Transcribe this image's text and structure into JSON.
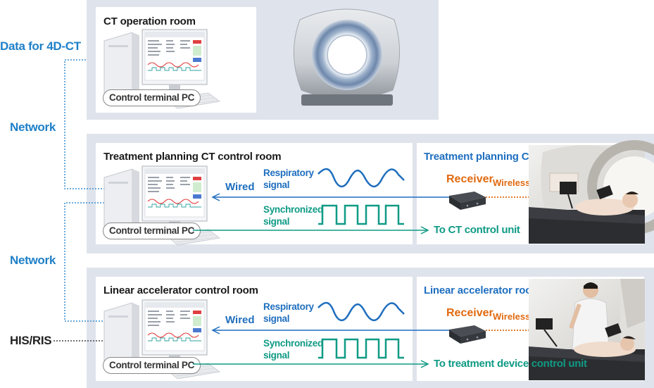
{
  "left_labels": {
    "data_for_4dct": "Data for 4D-CT",
    "network_1": "Network",
    "network_2": "Network",
    "his_ris": "HIS/RIS"
  },
  "panels": {
    "ct_operation": {
      "title": "CT operation room",
      "pc_label": "Control terminal PC"
    },
    "planning_control": {
      "title": "Treatment planning CT control room",
      "pc_label": "Control terminal PC",
      "wired": "Wired",
      "respiratory_signal": "Respiratory\nsignal",
      "synchronized_signal": "Synchronized\nsignal",
      "room_title": "Treatment planning CT room",
      "receiver": "Receiver",
      "wireless": "Wireless",
      "output_target": "To CT control unit"
    },
    "linac_control": {
      "title": "Linear accelerator control room",
      "pc_label": "Control terminal PC",
      "wired": "Wired",
      "respiratory_signal": "Respiratory\nsignal",
      "synchronized_signal": "Synchronized\nsignal",
      "room_title": "Linear accelerator room",
      "receiver": "Receiver",
      "wireless": "Wireless",
      "output_target": "To treatment device control unit"
    }
  },
  "colors": {
    "respiratory": "#1e6ebe",
    "synchronized": "#0f9a85",
    "wireless": "#e06a10",
    "network": "#3a8fd0"
  }
}
